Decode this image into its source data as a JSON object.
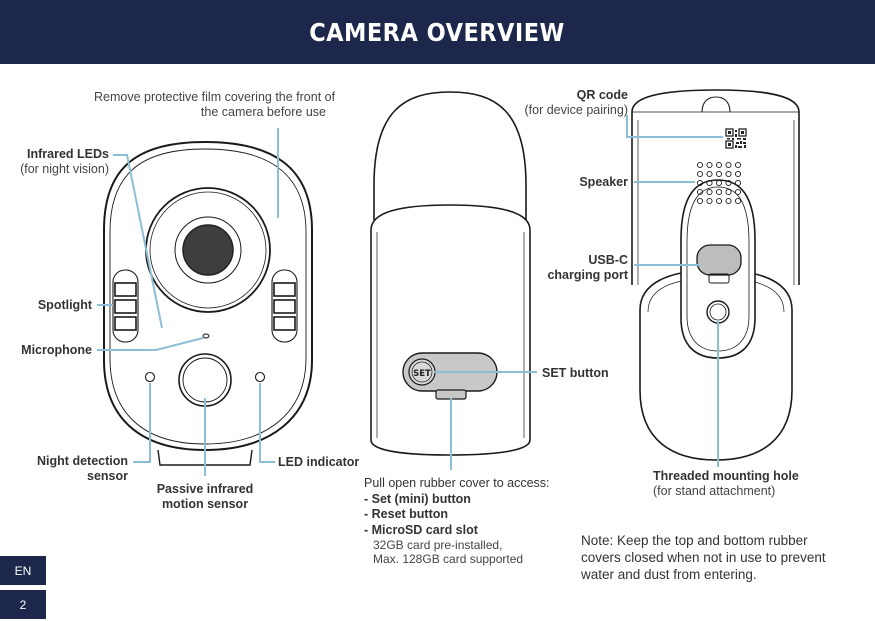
{
  "header": {
    "title": "CAMERA OVERVIEW"
  },
  "colors": {
    "brand_navy": "#1d274b",
    "callout_line": "#8cbfd6",
    "lens_dark": "#3e3e3e",
    "port_gray": "#bdbdbd"
  },
  "sidebar": {
    "language": "EN",
    "page_number": "2"
  },
  "front_view": {
    "film_note": {
      "line1": "Remove protective film covering the front of",
      "line2": "the camera before use"
    },
    "infrared_leds": {
      "label": "Infrared LEDs",
      "sub": "(for night vision)"
    },
    "spotlight": {
      "label": "Spotlight"
    },
    "microphone": {
      "label": "Microphone"
    },
    "night_sensor": {
      "line1": "Night detection",
      "line2": "sensor"
    },
    "pir": {
      "line1": "Passive infrared",
      "line2": "motion sensor"
    },
    "led_indicator": {
      "label": "LED indicator"
    }
  },
  "bottom_view": {
    "set_button": {
      "label": "SET button",
      "glyph": "SET"
    },
    "access": {
      "intro": "Pull open rubber cover to access:",
      "items": [
        "- Set (mini) button",
        "- Reset button",
        "- MicroSD card slot"
      ],
      "sd_details": [
        "32GB card pre-installed,",
        "Max. 128GB card supported"
      ]
    }
  },
  "back_view": {
    "qr_code": {
      "label": "QR code",
      "sub": "(for device pairing)"
    },
    "speaker": {
      "label": "Speaker"
    },
    "usb_c": {
      "line1": "USB-C",
      "line2": "charging port"
    },
    "mount_hole": {
      "label": "Threaded mounting hole",
      "sub": "(for stand attachment)"
    }
  },
  "note": "Note: Keep the top and bottom rubber covers closed when not in use to prevent water and dust from entering."
}
